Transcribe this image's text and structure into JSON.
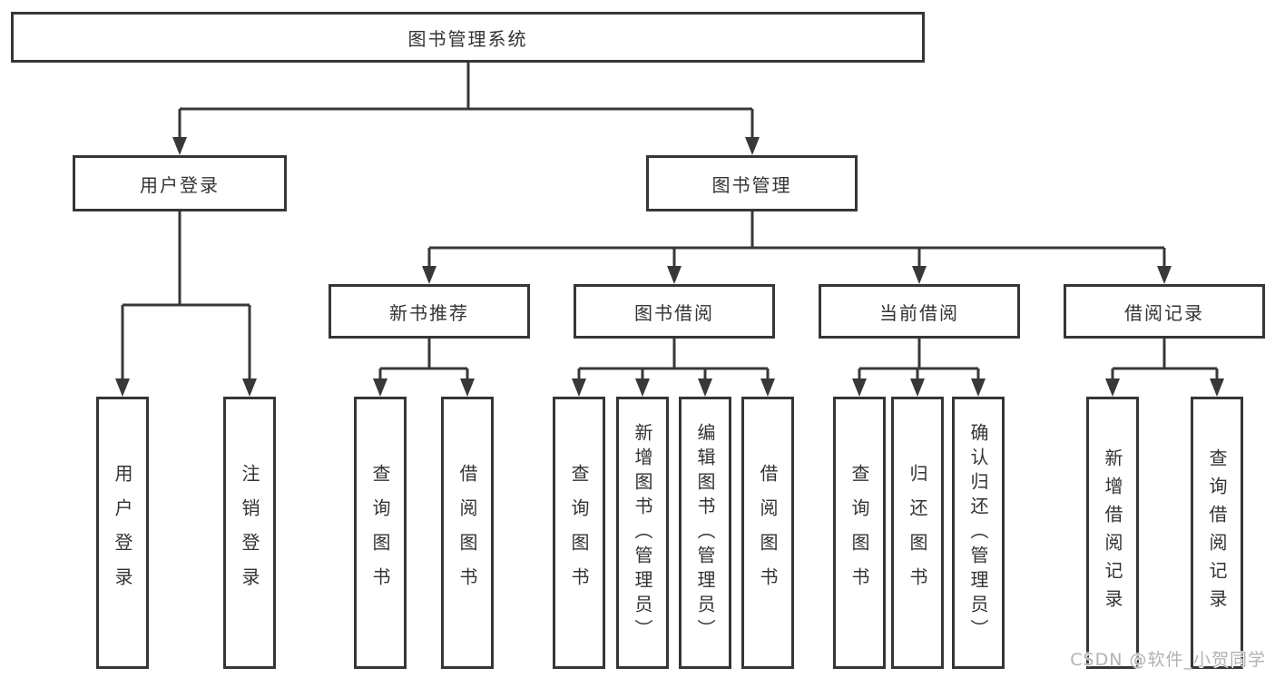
{
  "diagram_title": "图书管理系统",
  "nodes": {
    "root": "图书管理系统",
    "user_login": "用户登录",
    "book_mgmt": "图书管理",
    "new_book_rec": "新书推荐",
    "book_borrow": "图书借阅",
    "current_borrow": "当前借阅",
    "borrow_record": "借阅记录",
    "login": "用户登录",
    "logout": "注销登录",
    "rec_query_book": "查询图书",
    "rec_borrow_book": "借阅图书",
    "bb_query_book": "查询图书",
    "bb_add_book": "新增图书（管理员）",
    "bb_edit_book": "编辑图书（管理员）",
    "bb_borrow_book": "借阅图书",
    "cb_query_book": "查询图书",
    "cb_return_book": "归还图书",
    "cb_confirm_return": "确认归还（管理员）",
    "br_add_record": "新增借阅记录",
    "br_query_record": "查询借阅记录"
  },
  "watermark": "CSDN @软件_小贺同学",
  "colors": {
    "background": "#ffffff",
    "line": "#383838",
    "border": "#363636",
    "text": "#333333",
    "watermark": "#b2b2b2"
  }
}
